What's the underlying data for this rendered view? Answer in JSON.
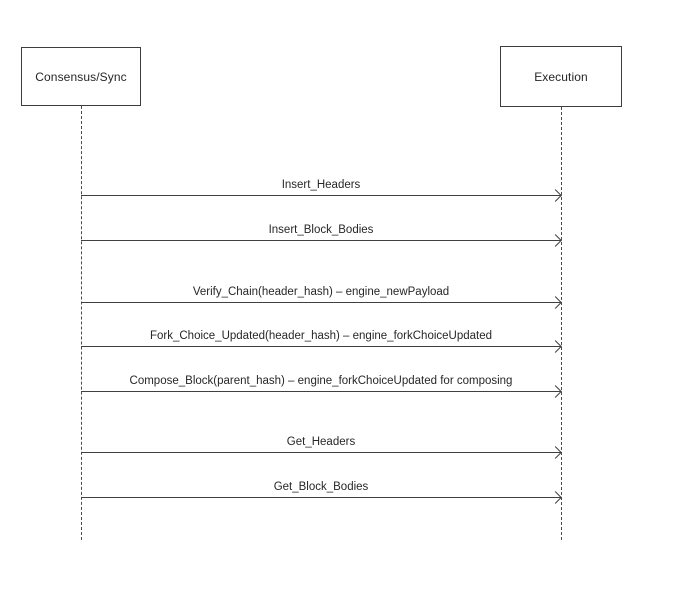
{
  "diagram": {
    "type": "sequence",
    "actors": [
      {
        "name": "Consensus/Sync"
      },
      {
        "name": "Execution"
      }
    ],
    "messages": [
      {
        "label": "Insert_Headers",
        "from": "Consensus/Sync",
        "to": "Execution"
      },
      {
        "label": "Insert_Block_Bodies",
        "from": "Consensus/Sync",
        "to": "Execution"
      },
      {
        "label": "Verify_Chain(header_hash) – engine_newPayload",
        "from": "Consensus/Sync",
        "to": "Execution"
      },
      {
        "label": "Fork_Choice_Updated(header_hash) – engine_forkChoiceUpdated",
        "from": "Consensus/Sync",
        "to": "Execution"
      },
      {
        "label": "Compose_Block(parent_hash) – engine_forkChoiceUpdated for composing",
        "from": "Consensus/Sync",
        "to": "Execution"
      },
      {
        "label": "Get_Headers",
        "from": "Consensus/Sync",
        "to": "Execution"
      },
      {
        "label": "Get_Block_Bodies",
        "from": "Consensus/Sync",
        "to": "Execution"
      }
    ],
    "colors": {
      "line": "#404040",
      "text": "#262626",
      "background": "#ffffff"
    }
  }
}
